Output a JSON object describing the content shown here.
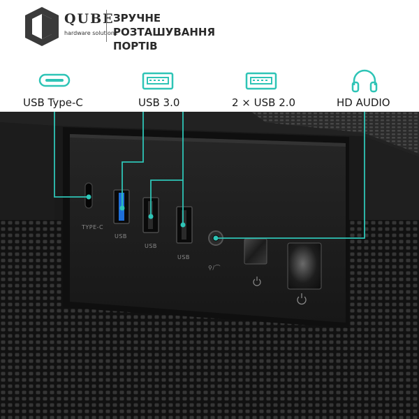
{
  "brand": {
    "name": "QUBE",
    "tagline": "hardware solutions"
  },
  "headline": {
    "line1": "ЗРУЧНЕ РОЗТАШУВАННЯ",
    "line2": "ПОРТІВ"
  },
  "ports": [
    {
      "label": "USB Type-C",
      "icon": "usb-c-icon"
    },
    {
      "label": "USB 3.0",
      "icon": "usb-a-icon"
    },
    {
      "label": "2 × USB 2.0",
      "icon": "usb-a-icon"
    },
    {
      "label": "HD AUDIO",
      "icon": "headphones-icon"
    }
  ],
  "case_labels": {
    "type_c": "TYPE-C",
    "usb": "USB",
    "audio": "⚲/⌒"
  },
  "colors": {
    "accent": "#2ec4b6",
    "case": "#1c1c1c",
    "usb3_blue": "#1e6fd9",
    "text_dark": "#1b1b1b"
  }
}
